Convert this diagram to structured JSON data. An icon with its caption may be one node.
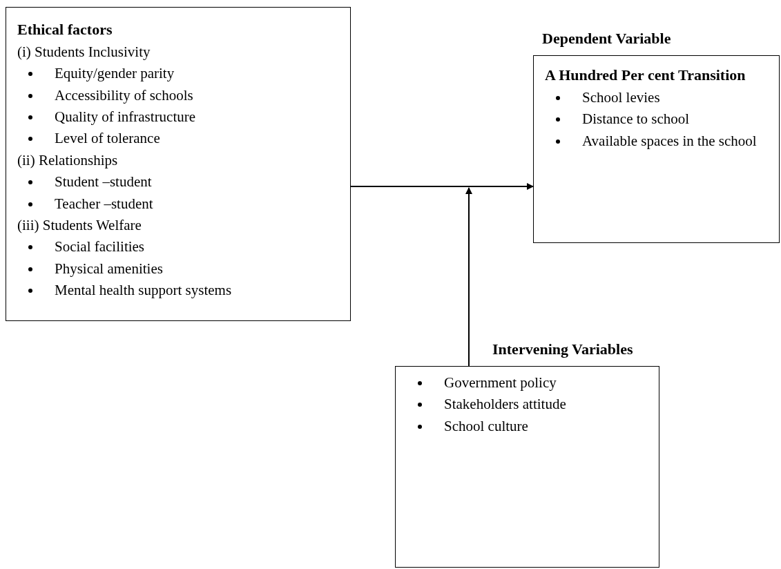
{
  "diagram": {
    "nodes": [
      {
        "text": [
          "Ethical factors",
          "(i) Students Inclusivity",
          "Equity/gender parity",
          "Accessibility of schools",
          "Quality of infrastructure",
          "Level of tolerance",
          "(ii) Relationships",
          "Student –student",
          "Teacher –student",
          "(iii) Students Welfare",
          "Social facilities",
          "Physical amenities",
          "Mental health support systems"
        ]
      },
      {
        "text": [
          "Dependent Variable",
          "A Hundred Per cent Transition",
          "School levies",
          "Distance to school",
          "Available spaces in the school"
        ]
      },
      {
        "text": [
          "Intervening Variables",
          "Government policy",
          "Stakeholders attitude",
          "School culture"
        ]
      }
    ],
    "edges": [
      {
        "from": 0,
        "to": 1,
        "arrow": "to"
      },
      {
        "from": 2,
        "to": null,
        "arrow": "to"
      }
    ]
  }
}
